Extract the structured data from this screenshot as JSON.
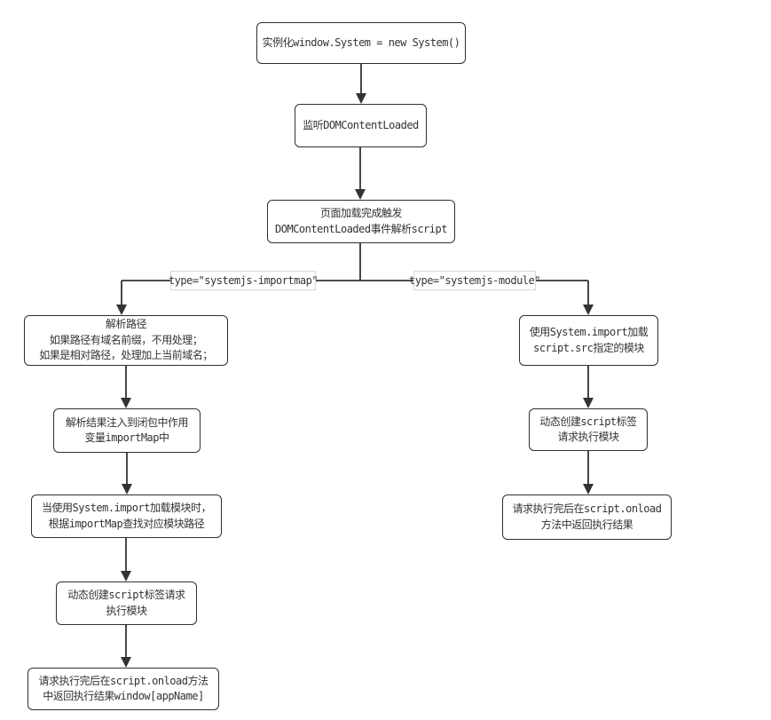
{
  "nodes": {
    "instantiate": "实例化window.System = new System()",
    "listen_dcl": "监听DOMContentLoaded",
    "parse_script": "页面加载完成触发\nDOMContentLoaded事件解析script",
    "resolve_path": "解析路径\n如果路径有域名前缀，不用处理；\n如果是相对路径，处理加上当前域名；",
    "inject_importmap": "解析结果注入到闭包中作用\n变量importMap中",
    "lookup_importmap": "当使用System.import加载模块时，\n根据importMap查找对应模块路径",
    "create_script_left": "动态创建script标签请求\n执行模块",
    "onload_result_left": "请求执行完后在script.onload方法\n中返回执行结果window[appName]",
    "system_import_right": "使用System.import加载\nscript.src指定的模块",
    "create_script_right": "动态创建script标签\n请求执行模块",
    "onload_result_right": "请求执行完后在script.onload\n方法中返回执行结果"
  },
  "branch_labels": {
    "left": "type=\"systemjs-importmap\"",
    "right": "type=\"systemjs-module\""
  },
  "colors": {
    "line": "#333333",
    "border": "#2f2f2f",
    "text": "#333333",
    "label_border": "#d8d8d8",
    "background": "#ffffff"
  }
}
